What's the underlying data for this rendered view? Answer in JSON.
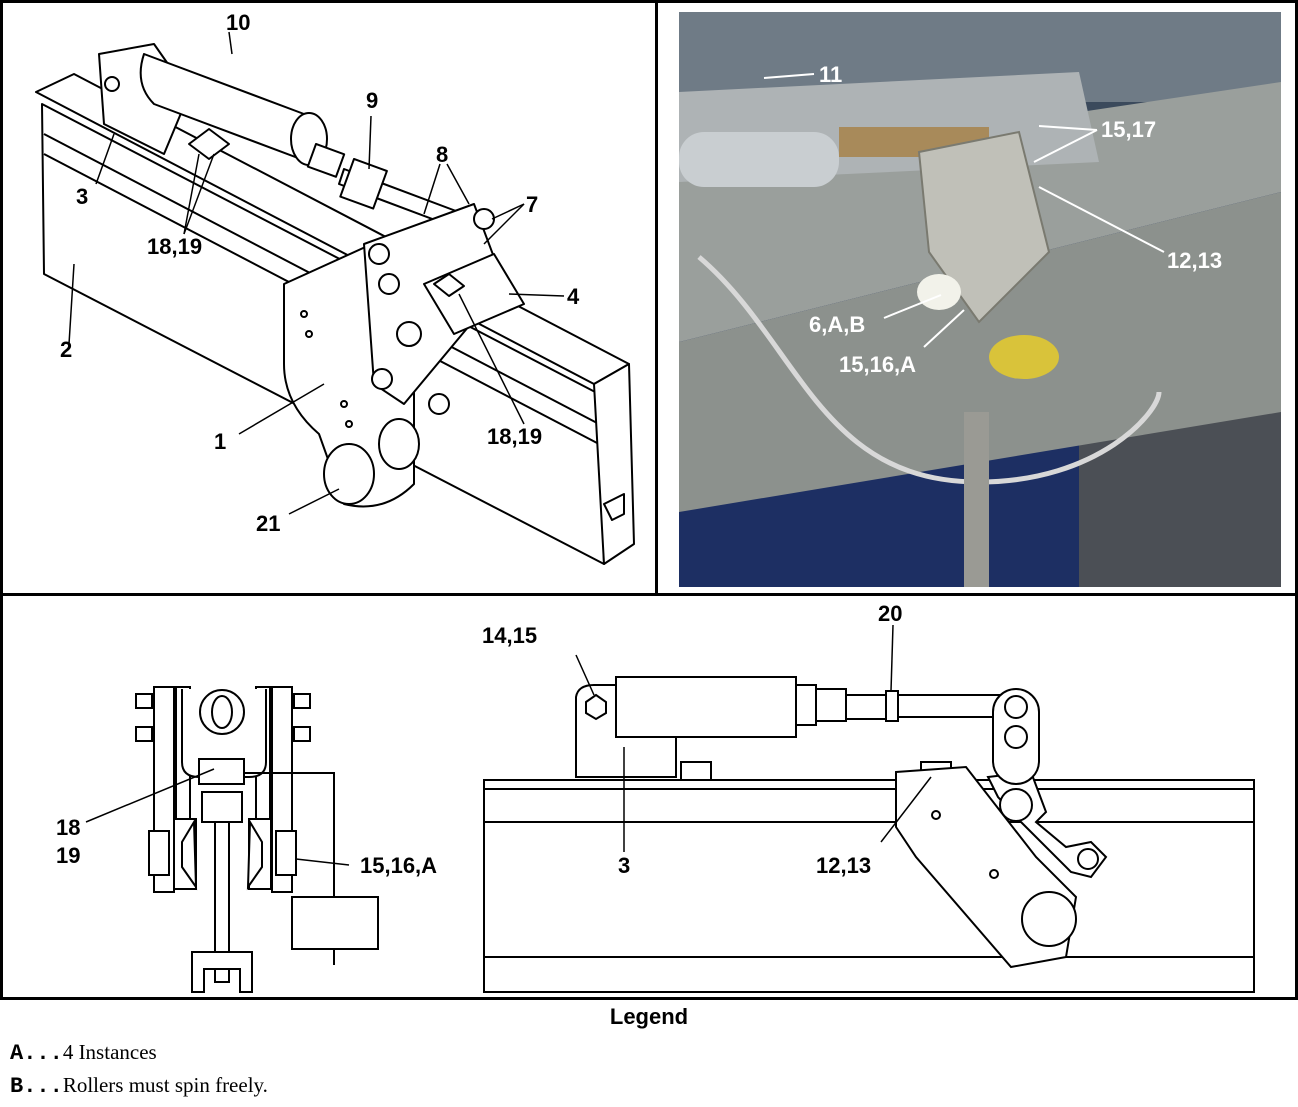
{
  "panel_iso": {
    "callouts": {
      "c10": "10",
      "c9": "9",
      "c8": "8",
      "c7": "7",
      "c3": "3",
      "c18_19_top": "18,19",
      "c4": "4",
      "c2": "2",
      "c1": "1",
      "c18_19_bottom": "18,19",
      "c21": "21"
    }
  },
  "panel_photo": {
    "callouts": {
      "c11": "11",
      "c15_17": "15,17",
      "c12_13": "12,13",
      "c6_A_B": "6,A,B",
      "c15_16_A": "15,16,A"
    }
  },
  "panel_end": {
    "callouts": {
      "c18": "18",
      "c19": "19",
      "c15_16_A": "15,16,A"
    }
  },
  "panel_side": {
    "callouts": {
      "c14_15": "14,15",
      "c20": "20",
      "c3": "3",
      "c12_13": "12,13"
    }
  },
  "legend": {
    "title": "Legend",
    "items": [
      {
        "key": "A...",
        "text": "4 Instances"
      },
      {
        "key": "B...",
        "text": "Rollers must spin freely."
      }
    ]
  }
}
